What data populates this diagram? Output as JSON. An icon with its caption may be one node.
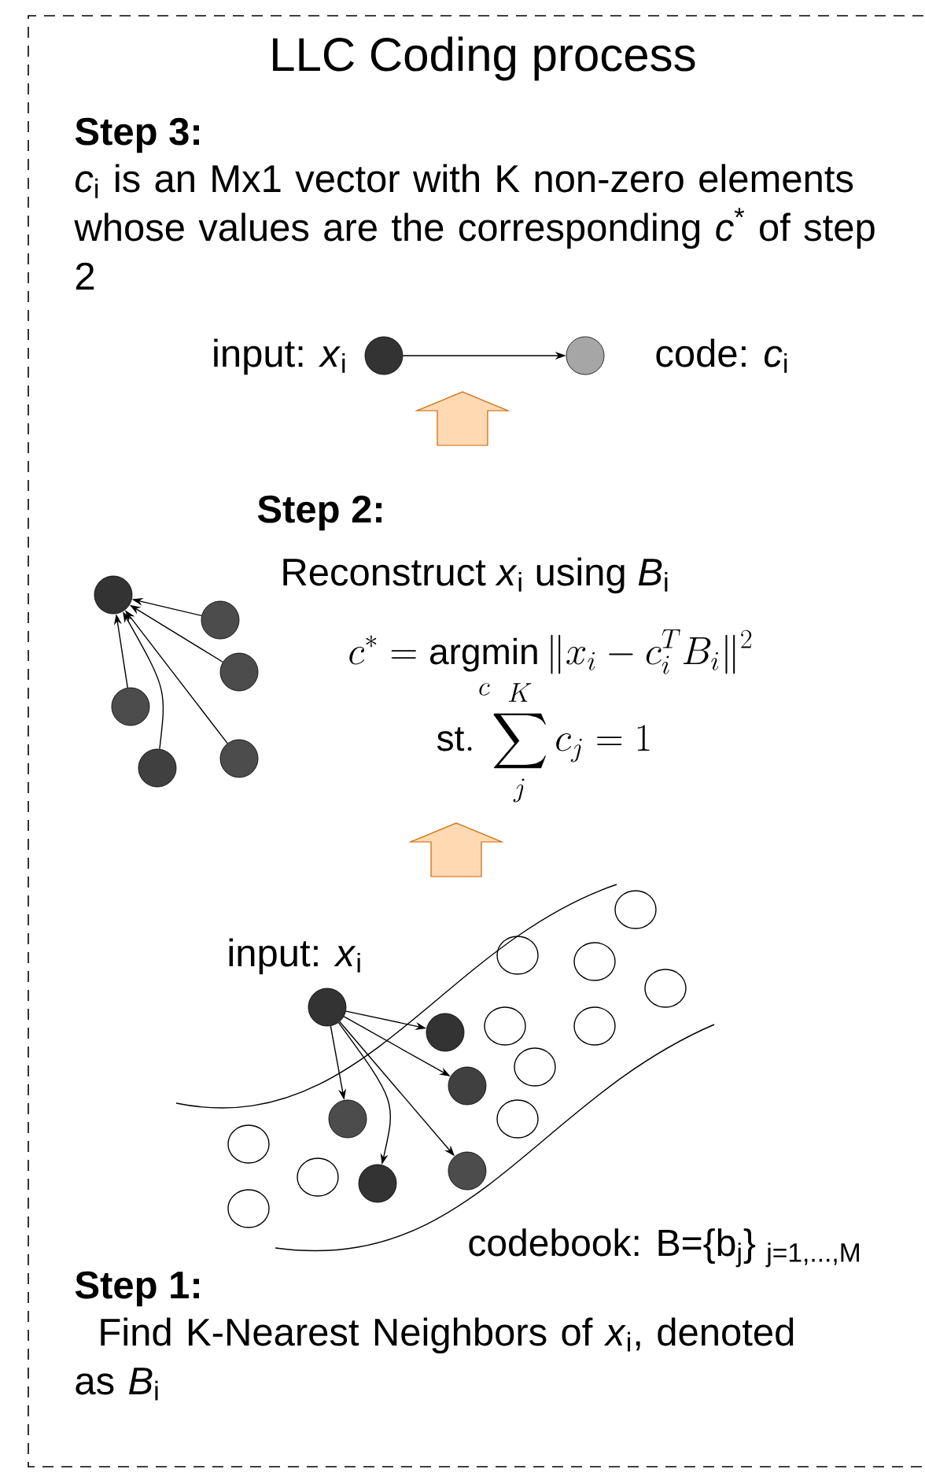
{
  "diagram": {
    "title": "LLC Coding process",
    "nodes": [
      {
        "text": [],
        "shape": "circle",
        "beside": [
          "input: *x*$_{i}$"
        ]
      },
      {
        "text": [],
        "shape": "circle",
        "beside": [
          "code: *c*$_{i}$"
        ]
      },
      {
        "text": [],
        "shape": "circle"
      },
      {
        "text": [],
        "shape": "circle"
      },
      {
        "text": [],
        "shape": "circle"
      },
      {
        "text": [],
        "shape": "circle"
      },
      {
        "text": [],
        "shape": "circle"
      },
      {
        "text": [],
        "shape": "circle"
      },
      {
        "text": [],
        "shape": "circle",
        "beside": [
          "input: *x*$_{i}$"
        ]
      },
      {
        "text": [],
        "shape": "circle"
      },
      {
        "text": [],
        "shape": "circle"
      },
      {
        "text": [],
        "shape": "circle"
      },
      {
        "text": [],
        "shape": "circle"
      },
      {
        "text": [],
        "shape": "circle"
      }
    ],
    "edges": [
      {
        "from": 0,
        "to": 1,
        "arrow": "to"
      },
      {
        "from": 3,
        "to": 2,
        "arrow": "to"
      },
      {
        "from": 4,
        "to": 2,
        "arrow": "to"
      },
      {
        "from": 5,
        "to": 2,
        "arrow": "to"
      },
      {
        "from": 6,
        "to": 2,
        "arrow": "to"
      },
      {
        "from": 7,
        "to": 2,
        "arrow": "to"
      },
      {
        "from": 8,
        "to": 9,
        "arrow": "to"
      },
      {
        "from": 8,
        "to": 10,
        "arrow": "to"
      },
      {
        "from": 8,
        "to": 11,
        "arrow": "to"
      },
      {
        "from": 8,
        "to": 12,
        "arrow": "to"
      },
      {
        "from": 8,
        "to": 13,
        "arrow": "to"
      }
    ],
    "labels": [
      "Step 3:",
      "*c*$_{i}$ is an Mx1 vector with K non-zero elements whose values are the corresponding *c*$^{*}$ of step 2",
      "Step 2:",
      "Reconstruct *x*$_{i}$ using *B*$_{i}$",
      "c^{*} = \\operatorname*{argmin}_{c} \\| x_{i} - c_{i}^{T} B_{i} \\|^{2}",
      "\\mathrm{st.}\\ \\sum_{j}^{K} c_{j} = 1",
      "codebook: B={b$_{j}$} $_{j=1,...,M}$",
      "Step 1:",
      "Find K-Nearest Neighbors of *x*$_{i}$, denoted as *B*$_{i}$"
    ]
  }
}
